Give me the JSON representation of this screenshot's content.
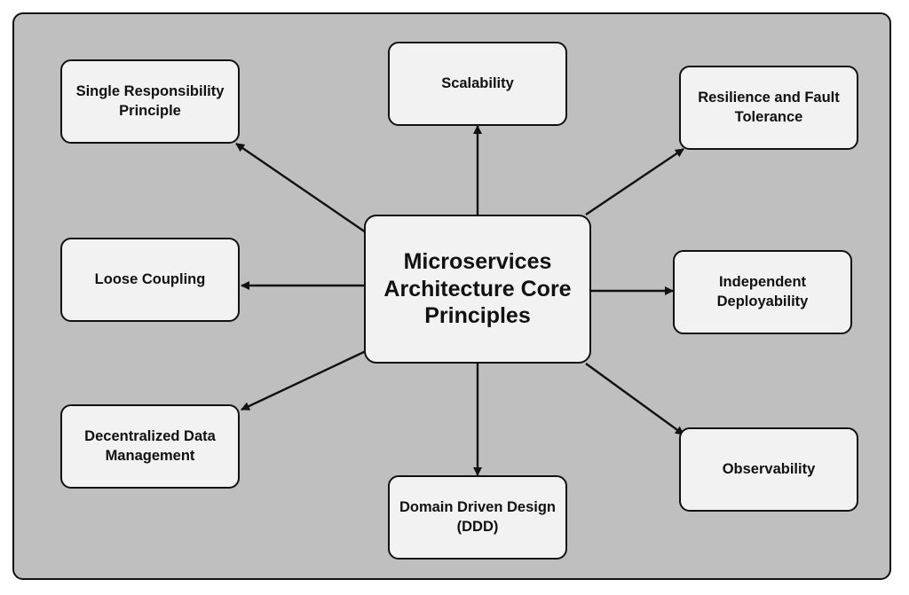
{
  "center": {
    "label": "Microservices Architecture Core Principles"
  },
  "principles": [
    {
      "id": "single-responsibility",
      "label": "Single Responsibility Principle"
    },
    {
      "id": "scalability",
      "label": "Scalability"
    },
    {
      "id": "resilience",
      "label": "Resilience and Fault Tolerance"
    },
    {
      "id": "loose-coupling",
      "label": "Loose Coupling"
    },
    {
      "id": "independent-deployability",
      "label": "Independent Deployability"
    },
    {
      "id": "decentralized-data",
      "label": "Decentralized Data Management"
    },
    {
      "id": "domain-driven-design",
      "label": "Domain Driven Design (DDD)"
    },
    {
      "id": "observability",
      "label": "Observability"
    }
  ],
  "colors": {
    "background": "#bfbfbf",
    "node_fill": "#f2f2f2",
    "stroke": "#111111"
  }
}
